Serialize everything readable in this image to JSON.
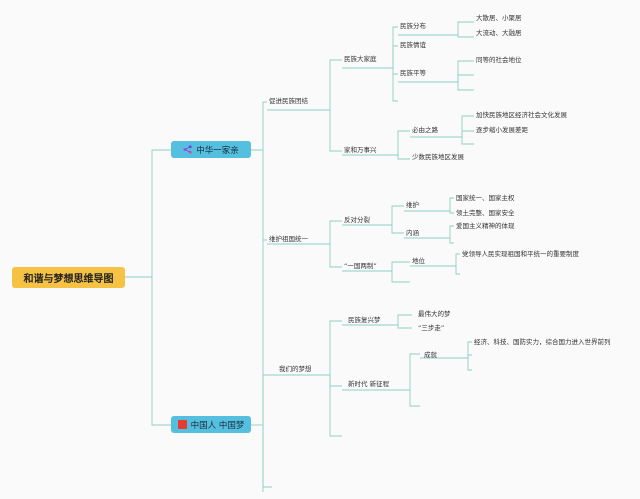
{
  "root": "和谐与梦想思维导图",
  "branch1": {
    "label": "中华一家亲",
    "icon": "network-icon",
    "sub1": {
      "label": "促进民族团结",
      "g1": {
        "label": "民族大家庭",
        "a": {
          "label": "民族分布",
          "items": [
            "大散居、小聚居",
            "大流动、大融居"
          ]
        },
        "b": {
          "label": "民族情谊"
        },
        "c": {
          "label": "民族平等",
          "items": [
            "同等的社会地位"
          ]
        }
      },
      "g2": {
        "label": "家和万事兴",
        "a": {
          "label": "必由之路",
          "items": [
            "加快民族地区经济社会文化发展",
            "逐步缩小发展差距"
          ]
        },
        "b": {
          "label": "少数民族地区发展"
        }
      }
    },
    "sub2": {
      "label": "维护祖国统一",
      "g1": {
        "label": "反对分裂",
        "a": {
          "label": "维护",
          "items": [
            "国家统一、国家主权",
            "领土完整、国家安全"
          ]
        },
        "b": {
          "label": "内涵",
          "items": [
            "爱国主义精神的体现"
          ]
        }
      },
      "g2": {
        "label": "“一国两制”",
        "a": {
          "label": "地位",
          "items": [
            "党领导人民实现祖国和平统一的重要制度"
          ]
        }
      }
    }
  },
  "branch2": {
    "label": "中国人 中国梦",
    "icon": "red-flag-icon",
    "sub1": {
      "label": "我们的梦想",
      "g1": {
        "label": "民族复兴梦",
        "items": [
          "最伟大的梦",
          "“三步走”"
        ]
      },
      "g2": {
        "label": "新时代 新征程",
        "a": {
          "label": "成就",
          "items": [
            "经济、科技、国防实力，综合国力进入世界前列"
          ]
        }
      }
    }
  },
  "colors": {
    "line": "#8ecfc2",
    "root": "#f6c244",
    "branch": "#55bfe0"
  }
}
